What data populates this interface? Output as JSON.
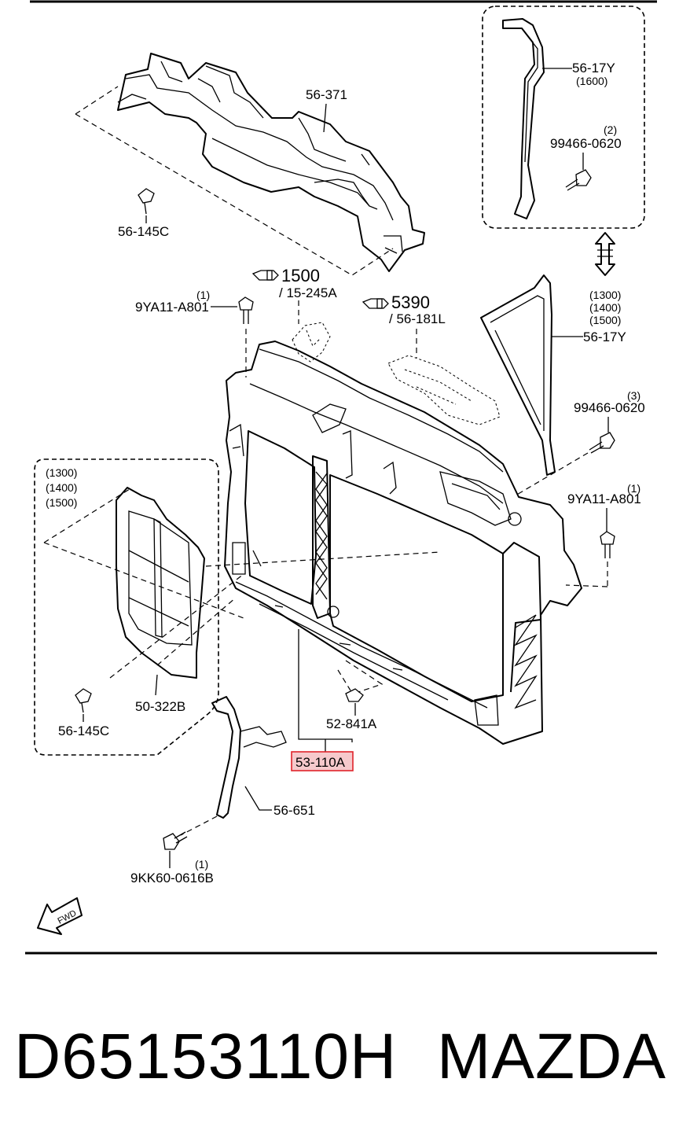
{
  "diagram": {
    "labels": {
      "p56_371": "56-371",
      "p56_145c_top": "56-145C",
      "p56_17y_1600": "56-17Y",
      "v1600": "(1600)",
      "q99466_top": "(2)",
      "p99466_top": "99466-0620",
      "ref1500": "1500",
      "ref15_245a": "/ 15-245A",
      "ref5390": "5390",
      "ref56_181l": "/ 56-181L",
      "q9ya11_top": "(1)",
      "p9ya11_top": "9YA11-A801",
      "v1300_r": "(1300)",
      "v1400_r": "(1400)",
      "v1500_r": "(1500)",
      "p56_17y_main": "56-17Y",
      "q99466_mid": "(3)",
      "p99466_mid": "99466-0620",
      "q9ya11_right": "(1)",
      "p9ya11_right": "9YA11-A801",
      "v1300_l": "(1300)",
      "v1400_l": "(1400)",
      "v1500_l": "(1500)",
      "p56_145c_bot": "56-145C",
      "p50_322b": "50-322B",
      "p52_841a": "52-841A",
      "p53_110a": "53-110A",
      "p56_651": "56-651",
      "q9kk60": "(1)",
      "p9kk60": "9KK60-0616B",
      "fwd": "FWD"
    },
    "highlight_color": "#e0242b",
    "highlight_fill": "#f6c9cc"
  },
  "footer": {
    "part_number": "D65153110H",
    "brand": "MAZDA"
  }
}
